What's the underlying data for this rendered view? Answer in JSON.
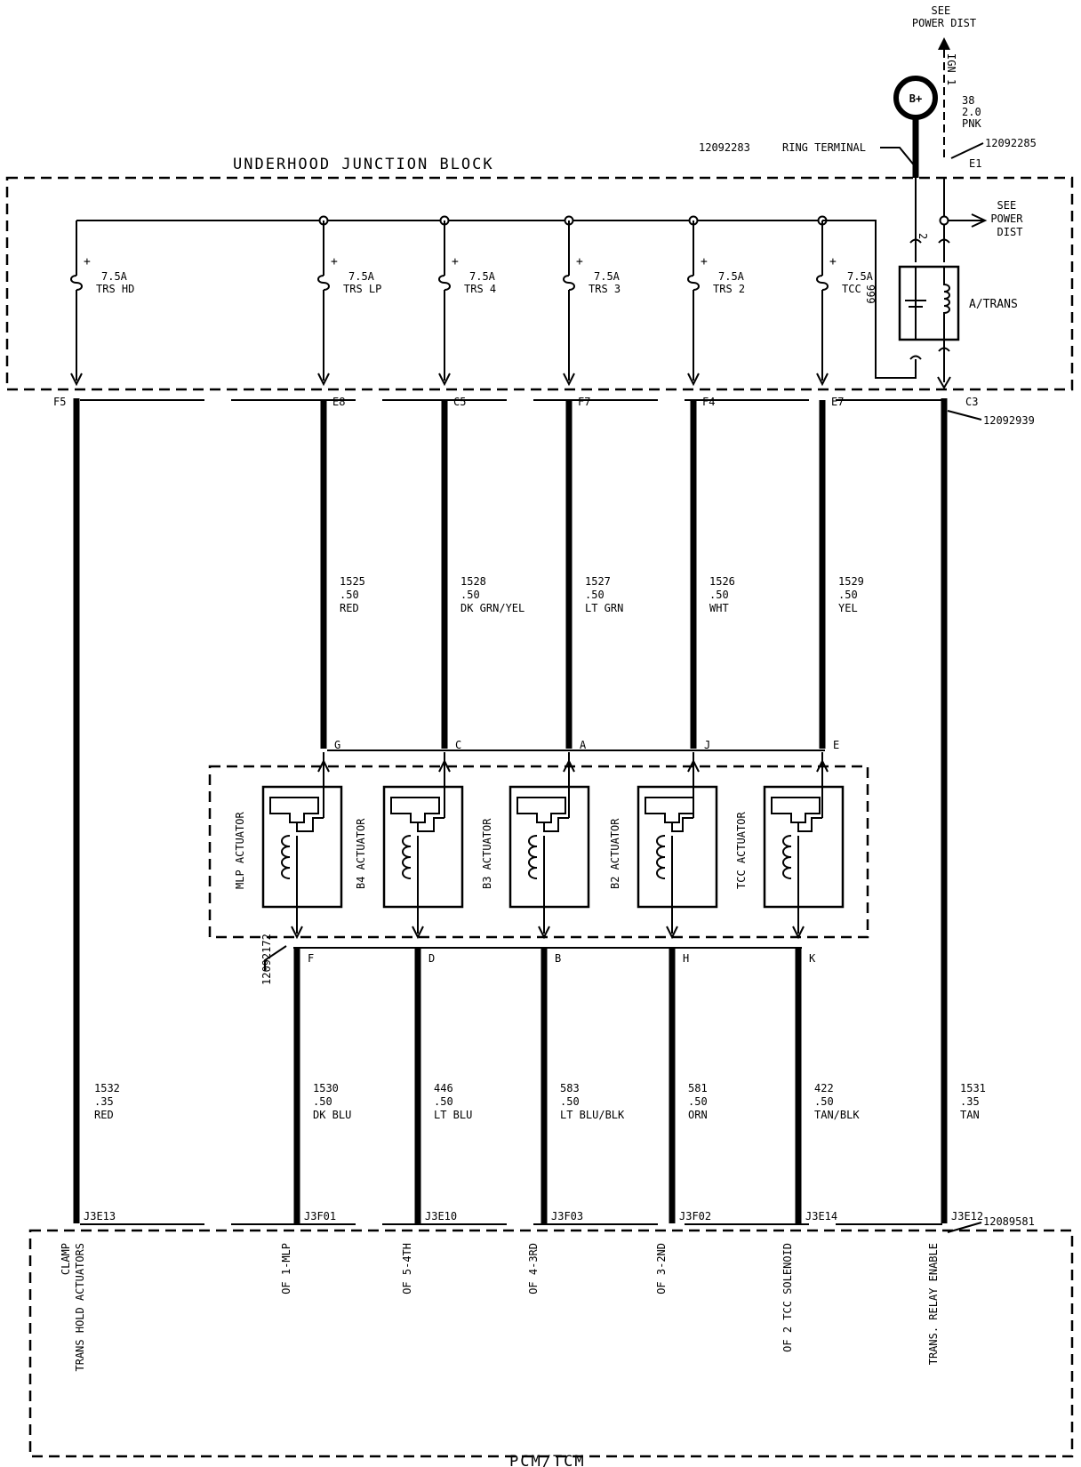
{
  "power_source": {
    "ref_text": "SEE\nPOWER DIST",
    "ign_label": "IGN 1",
    "bplus_label": "B+",
    "ign_wire": "38\n2.0\nPNK",
    "ring_terminal_part": "12092283",
    "ring_terminal_label": "RING TERMINAL",
    "ign_part": "12092285",
    "ign_pin": "E1",
    "see_power_dist": "SEE\nPOWER\nDIST"
  },
  "junction_block": {
    "title": "UNDERHOOD JUNCTION BLOCK",
    "connector_pin": "C3",
    "connector_part": "12092939",
    "relay_label": "A/TRANS",
    "relay_wire": "999",
    "relay_pin_2": "2",
    "fuses": [
      {
        "amps": "7.5A",
        "name": "TRS HD",
        "pin": "F5"
      },
      {
        "amps": "7.5A",
        "name": "TRS LP",
        "pin": "E8"
      },
      {
        "amps": "7.5A",
        "name": "TRS 4",
        "pin": "C5"
      },
      {
        "amps": "7.5A",
        "name": "TRS 3",
        "pin": "F7"
      },
      {
        "amps": "7.5A",
        "name": "TRS 2",
        "pin": "F4"
      },
      {
        "amps": "7.5A",
        "name": "TCC",
        "pin": "E7"
      }
    ]
  },
  "upper_wires": [
    {
      "circuit": "1525",
      "gauge": ".50",
      "color": "RED"
    },
    {
      "circuit": "1528",
      "gauge": ".50",
      "color": "DK GRN/YEL"
    },
    {
      "circuit": "1527",
      "gauge": ".50",
      "color": "LT GRN"
    },
    {
      "circuit": "1526",
      "gauge": ".50",
      "color": "WHT"
    },
    {
      "circuit": "1529",
      "gauge": ".50",
      "color": "YEL"
    }
  ],
  "actuators": {
    "connector_part": "12092172",
    "items": [
      {
        "name": "MLP ACTUATOR",
        "top_pin": "G",
        "bottom_pin": "F"
      },
      {
        "name": "B4 ACTUATOR",
        "top_pin": "C",
        "bottom_pin": "D"
      },
      {
        "name": "B3 ACTUATOR",
        "top_pin": "A",
        "bottom_pin": "B"
      },
      {
        "name": "B2 ACTUATOR",
        "top_pin": "J",
        "bottom_pin": "H"
      },
      {
        "name": "TCC ACTUATOR",
        "top_pin": "E",
        "bottom_pin": "K"
      }
    ]
  },
  "lower_wires": [
    {
      "circuit": "1532",
      "gauge": ".35",
      "color": "RED",
      "pin": "J3E13",
      "function": "CLAMP\nTRANS HOLD ACTUATORS"
    },
    {
      "circuit": "1530",
      "gauge": ".50",
      "color": "DK BLU",
      "pin": "J3F01",
      "function": "OF 1-MLP"
    },
    {
      "circuit": "446",
      "gauge": ".50",
      "color": "LT BLU",
      "pin": "J3E10",
      "function": "OF 5-4TH"
    },
    {
      "circuit": "583",
      "gauge": ".50",
      "color": "LT BLU/BLK",
      "pin": "J3F03",
      "function": "OF 4-3RD"
    },
    {
      "circuit": "581",
      "gauge": ".50",
      "color": "ORN",
      "pin": "J3F02",
      "function": "OF 3-2ND"
    },
    {
      "circuit": "422",
      "gauge": ".50",
      "color": "TAN/BLK",
      "pin": "J3E14",
      "function": "OF 2 TCC SOLENOID"
    },
    {
      "circuit": "1531",
      "gauge": ".35",
      "color": "TAN",
      "pin": "J3E12",
      "function": "TRANS. RELAY ENABLE"
    }
  ],
  "pcm": {
    "title": "PCM/TCM",
    "connector_part": "12089581"
  }
}
